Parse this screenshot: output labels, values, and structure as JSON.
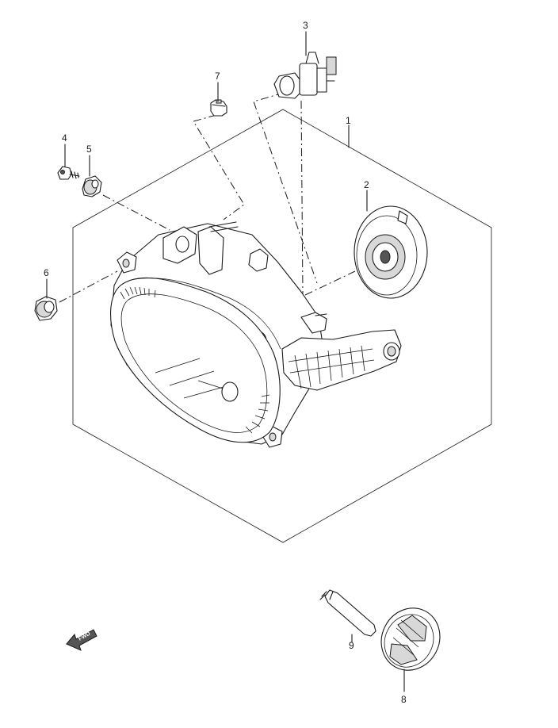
{
  "callouts": [
    {
      "id": "1",
      "label": "1"
    },
    {
      "id": "2",
      "label": "2"
    },
    {
      "id": "3",
      "label": "3"
    },
    {
      "id": "4",
      "label": "4"
    },
    {
      "id": "5",
      "label": "5"
    },
    {
      "id": "6",
      "label": "6"
    },
    {
      "id": "7",
      "label": "7"
    },
    {
      "id": "8",
      "label": "8"
    },
    {
      "id": "9",
      "label": "9"
    }
  ],
  "direction_marker": {
    "label": "FWD",
    "icon": "forward-arrow-icon"
  }
}
